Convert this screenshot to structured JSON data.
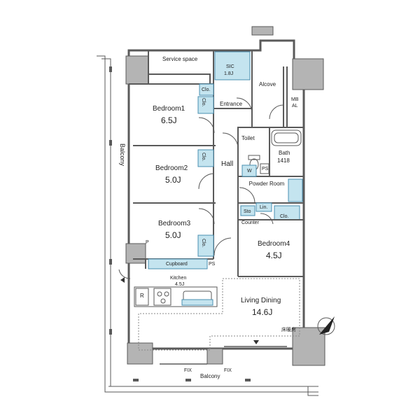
{
  "colors": {
    "wall": "#b4b4b4",
    "line": "#5a5a5a",
    "storage_fill": "#c4e4ef",
    "storage_line": "#4a8fb0",
    "floor": "#ffffff"
  },
  "labels": {
    "service_space": "Service space",
    "sic": "SIC",
    "sic_size": "1.8J",
    "entrance": "Entrance",
    "alcove": "Alcove",
    "mb": "MB",
    "al": "AL",
    "bedroom1": "Bedroom1",
    "bedroom1_size": "6.5J",
    "bedroom2": "Bedroom2",
    "bedroom2_size": "5.0J",
    "bedroom3": "Bedroom3",
    "bedroom3_size": "5.0J",
    "bedroom4": "Bedroom4",
    "bedroom4_size": "4.5J",
    "hall": "Hall",
    "toilet": "Toilet",
    "bath": "Bath",
    "bath_size": "1418",
    "w": "W",
    "ps": "PS",
    "powder_room": "Powder Room",
    "lin": "Lin.",
    "sto": "Sto",
    "clo": "Clo.",
    "counter": "Counter",
    "cupboard": "Cupboard",
    "kitchen": "Kitchen",
    "kitchen_size": "4.5J",
    "r": "R",
    "p": "P",
    "living_dining": "Living Dining",
    "living_size": "14.6J",
    "floor_heating": "床暖房",
    "balcony_side": "Balcony",
    "balcony_bottom": "Balcony",
    "fix": "FIX"
  }
}
